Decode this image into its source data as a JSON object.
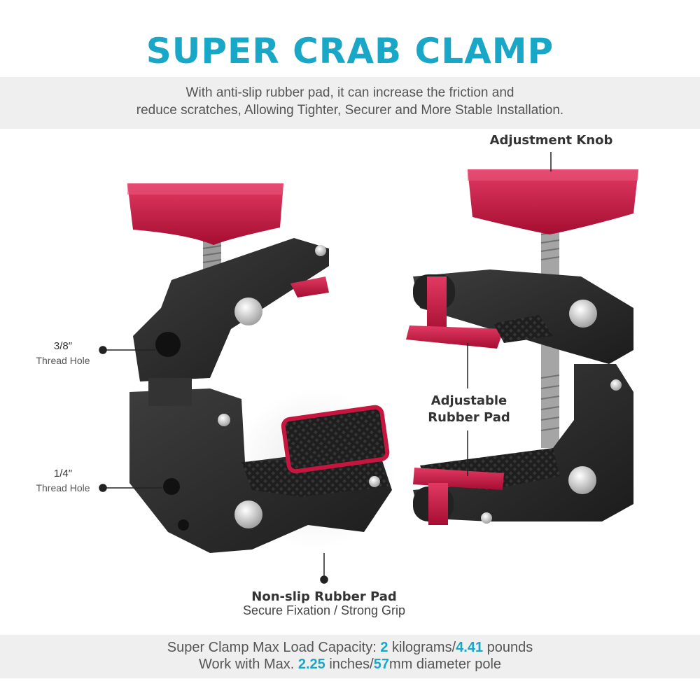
{
  "header": {
    "title": "SUPER CRAB CLAMP",
    "intro_line1": "With anti-slip rubber pad, it can increase the friction and",
    "intro_line2": "reduce scratches, Allowing Tighter, Securer and More Stable Installation."
  },
  "callouts": {
    "adjustment_knob": "Adjustment Knob",
    "adjustable_pad_line1": "Adjustable",
    "adjustable_pad_line2": "Rubber Pad",
    "thread_38_size": "3/8″",
    "thread_38_label": "Thread Hole",
    "thread_14_size": "1/4″",
    "thread_14_label": "Thread Hole",
    "nonslip_title": "Non-slip Rubber Pad",
    "nonslip_sub": "Secure Fixation / Strong Grip"
  },
  "footer": {
    "line1_prefix": "Super Clamp Max Load Capacity: ",
    "line1_kg": "2",
    "line1_mid": " kilograms/",
    "line1_lb": "4.41",
    "line1_suffix": " pounds",
    "line2_prefix": "Work with Max. ",
    "line2_in": "2.25",
    "line2_mid": " inches/",
    "line2_mm": "57",
    "line2_suffix": "mm diameter pole"
  },
  "colors": {
    "accent": "#19a7c7",
    "knob_red": "#c8153f",
    "body_black": "#2a2a2a"
  }
}
